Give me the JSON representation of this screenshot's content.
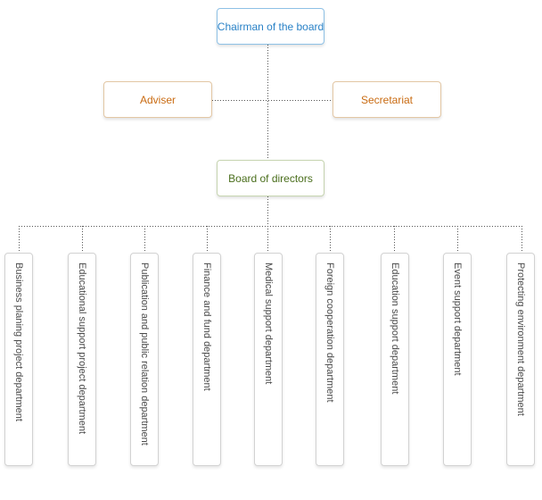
{
  "chairman": {
    "label": "Chairman of the board"
  },
  "adviser": {
    "label": "Adviser"
  },
  "secretariat": {
    "label": "Secretariat"
  },
  "board": {
    "label": "Board of directors"
  },
  "departments": [
    {
      "label": "Business planing project department"
    },
    {
      "label": "Educational support project department"
    },
    {
      "label": "Publication and public relation department"
    },
    {
      "label": "Finance and fund department"
    },
    {
      "label": "Medical support department"
    },
    {
      "label": "Foreign cooperation department"
    },
    {
      "label": "Education support department"
    },
    {
      "label": "Event support department"
    },
    {
      "label": "Protecting environment department"
    }
  ],
  "colors": {
    "chairman_text": "#2a82c7",
    "chairman_border": "#8ec1e6",
    "adviser_text": "#c96b12",
    "board_text": "#4a6e1c",
    "connector": "#555555"
  }
}
